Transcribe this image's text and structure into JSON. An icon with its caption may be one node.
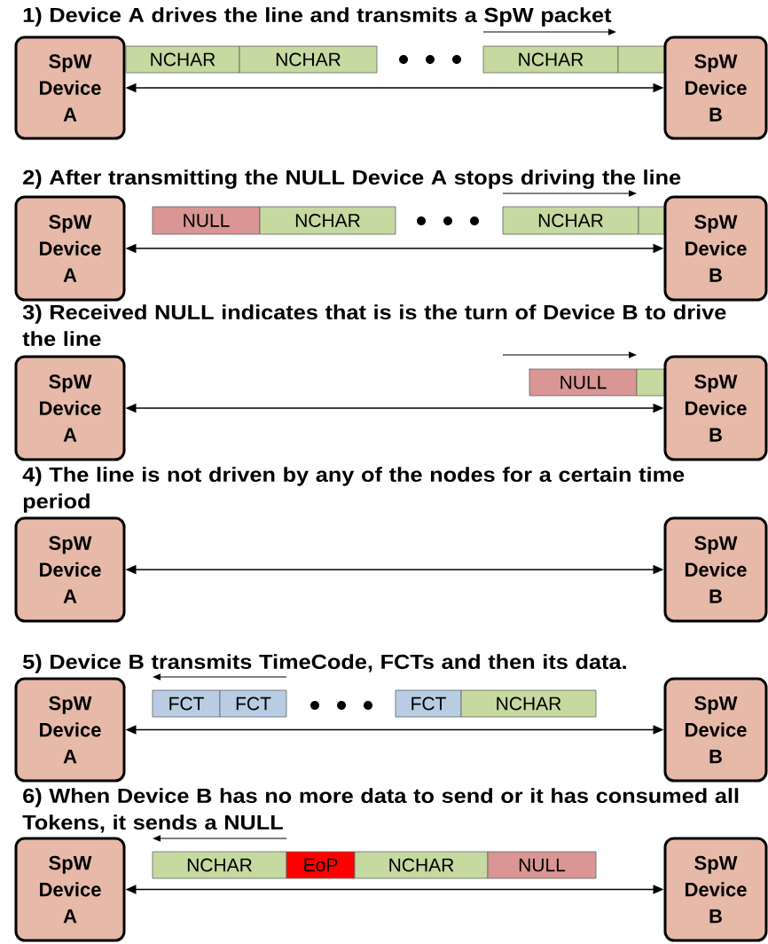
{
  "diagram": {
    "nodes": [
      {
        "text": [
          "SpW Device A"
        ]
      },
      {
        "text": [
          "NCHAR"
        ]
      },
      {
        "text": [
          "NCHAR"
        ]
      },
      {
        "text": [
          "NCHAR"
        ]
      },
      {
        "text": [],
        "shape": "box"
      },
      {
        "text": [
          "SpW Device B"
        ]
      },
      {
        "text": [
          "SpW Device A"
        ]
      },
      {
        "text": [
          "NULL"
        ]
      },
      {
        "text": [
          "NCHAR"
        ]
      },
      {
        "text": [
          "NCHAR"
        ]
      },
      {
        "text": [],
        "shape": "box"
      },
      {
        "text": [
          "SpW Device B"
        ]
      },
      {
        "text": [
          "SpW Device A"
        ]
      },
      {
        "text": [
          "NULL"
        ]
      },
      {
        "text": [],
        "shape": "box"
      },
      {
        "text": [
          "SpW Device B"
        ]
      },
      {
        "text": [
          "SpW Device A"
        ]
      },
      {
        "text": [
          "SpW Device B"
        ]
      },
      {
        "text": [
          "SpW Device A"
        ]
      },
      {
        "text": [
          "FCT"
        ]
      },
      {
        "text": [
          "FCT"
        ]
      },
      {
        "text": [
          "FCT"
        ]
      },
      {
        "text": [
          "NCHAR"
        ]
      },
      {
        "text": [
          "SpW Device B"
        ]
      },
      {
        "text": [
          "SpW Device A"
        ]
      },
      {
        "text": [
          "NCHAR"
        ]
      },
      {
        "text": [
          "EoP"
        ]
      },
      {
        "text": [
          "NCHAR"
        ]
      },
      {
        "text": [
          "NULL"
        ]
      },
      {
        "text": [
          "SpW Device B"
        ]
      }
    ],
    "edges": [
      {
        "from": 0,
        "to": 5,
        "arrow": "both"
      },
      {
        "from": 6,
        "to": 11,
        "arrow": "both"
      },
      {
        "from": 12,
        "to": 15,
        "arrow": "both"
      },
      {
        "from": 16,
        "to": 17,
        "arrow": "both"
      },
      {
        "from": 18,
        "to": 23,
        "arrow": "both"
      },
      {
        "from": 24,
        "to": 29,
        "arrow": "both"
      }
    ],
    "labels": [
      "1) Device A drives the line and transmits a SpW packet",
      "2) After transmitting the NULL Device A stops driving the line",
      "3) Received NULL indicates that is is the turn of Device B to drive the line",
      "4) The line is not driven by any of the nodes for a certain time period",
      "5) Device B transmits TimeCode, FCTs and then its data.",
      "6) When Device B has no more data to send or it has consumed all Tokens, it sends a NULL"
    ]
  }
}
